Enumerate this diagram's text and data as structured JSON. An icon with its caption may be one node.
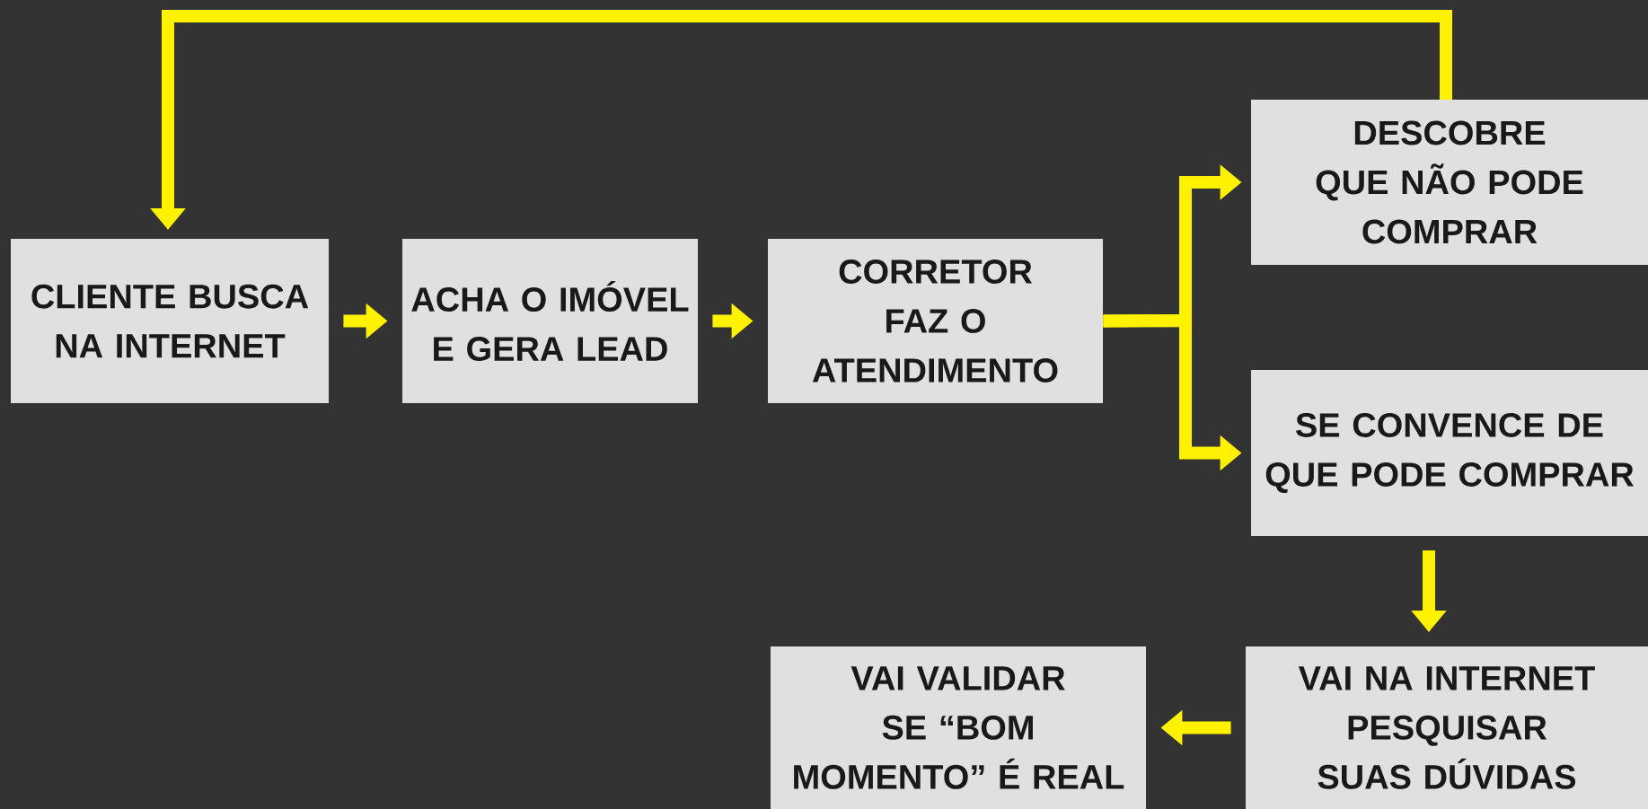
{
  "diagram": {
    "nodes": [
      {
        "text": [
          "CLIENTE BUSCA NA INTERNET"
        ]
      },
      {
        "text": [
          "ACHA O IMÓVEL E GERA LEAD"
        ]
      },
      {
        "text": [
          "CORRETOR FAZ O ATENDIMENTO"
        ]
      },
      {
        "text": [
          "DESCOBRE QUE NÃO PODE COMPRAR"
        ]
      },
      {
        "text": [
          "SE CONVENCE DE QUE PODE COMPRAR"
        ]
      },
      {
        "text": [
          "VAI NA INTERNET PESQUISAR SUAS DÚVIDAS"
        ]
      },
      {
        "text": [
          "VAI VALIDAR SE “BOM MOMENTO” É REAL"
        ]
      }
    ],
    "edges": [
      {
        "from": 0,
        "to": 1,
        "arrow": "to"
      },
      {
        "from": 1,
        "to": 2,
        "arrow": "to"
      },
      {
        "from": 2,
        "to": 3,
        "arrow": "to"
      },
      {
        "from": 2,
        "to": 4,
        "arrow": "to"
      },
      {
        "from": 3,
        "to": 0,
        "arrow": "to"
      },
      {
        "from": 4,
        "to": 5,
        "arrow": "to"
      },
      {
        "from": 5,
        "to": 6,
        "arrow": "to"
      }
    ]
  }
}
